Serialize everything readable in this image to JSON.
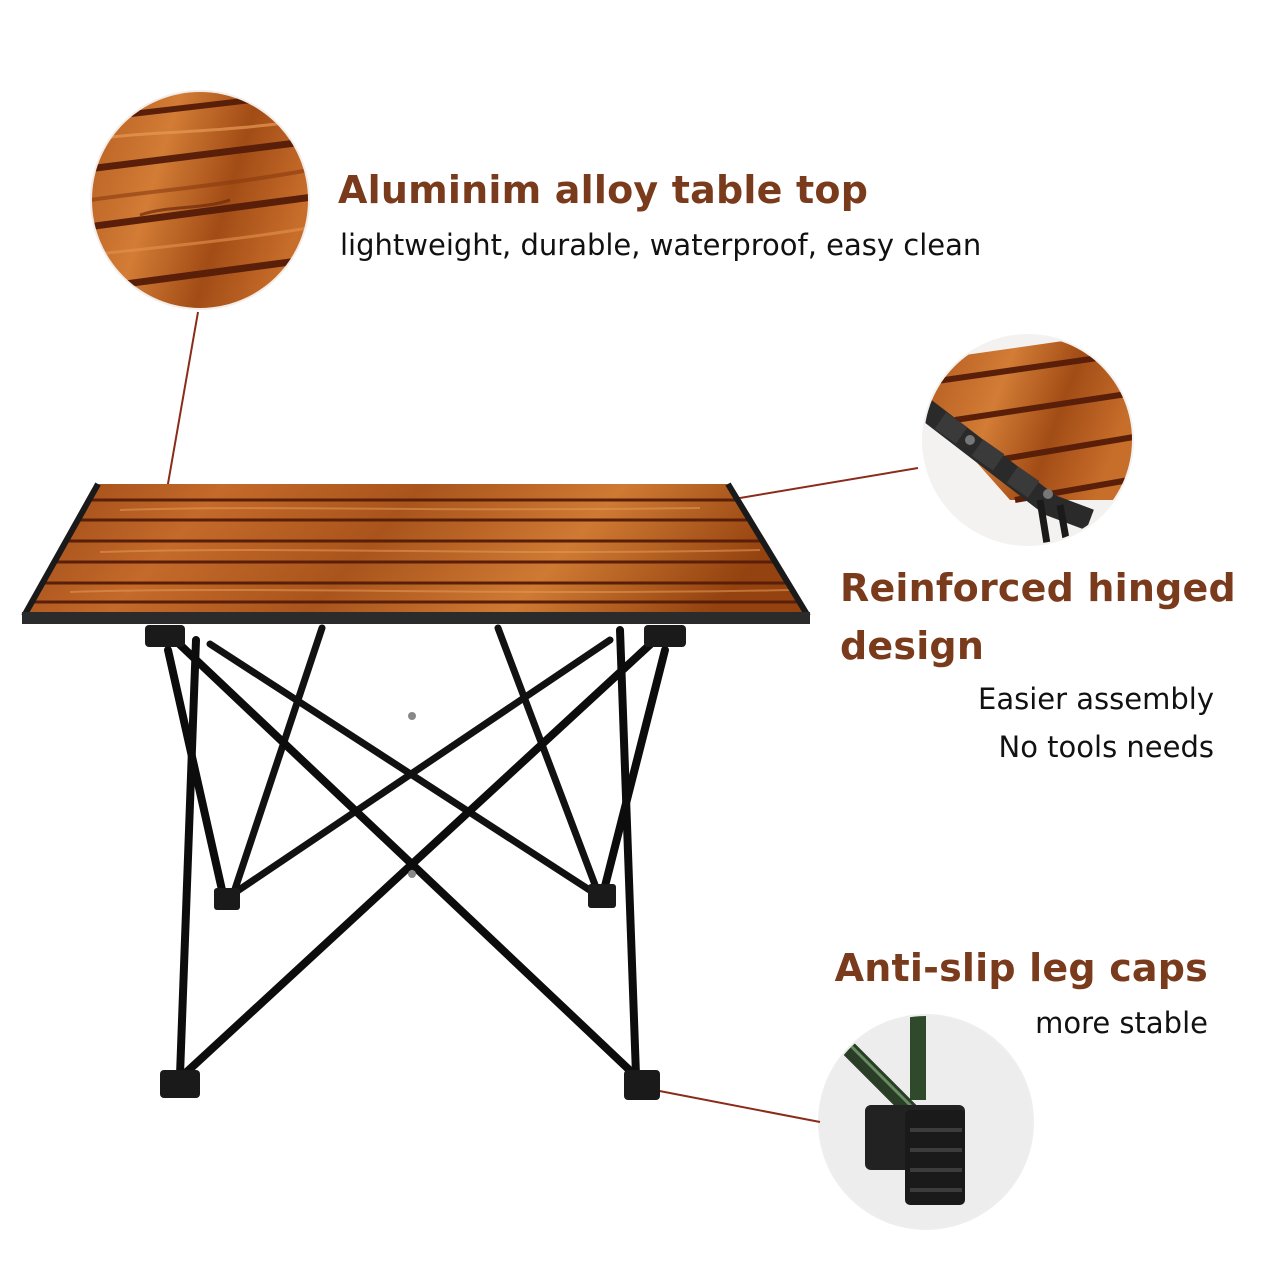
{
  "features": [
    {
      "title": "Aluminim alloy table top",
      "subtitle": "lightweight, durable, waterproof, easy clean"
    },
    {
      "title_line1": "Reinforced hinged",
      "title_line2": "design",
      "sub_line1": "Easier assembly",
      "sub_line2": "No tools needs"
    },
    {
      "title": "Anti-slip leg caps",
      "subtitle": "more stable"
    }
  ],
  "colors": {
    "accent": "#7a3a1c",
    "callout": "#8b2b1a",
    "wood_dark": "#8a3c12",
    "wood_light": "#c8702c",
    "frame": "#111111"
  },
  "icons": [
    "wood-grain-closeup",
    "hinge-closeup",
    "leg-cap-closeup"
  ]
}
